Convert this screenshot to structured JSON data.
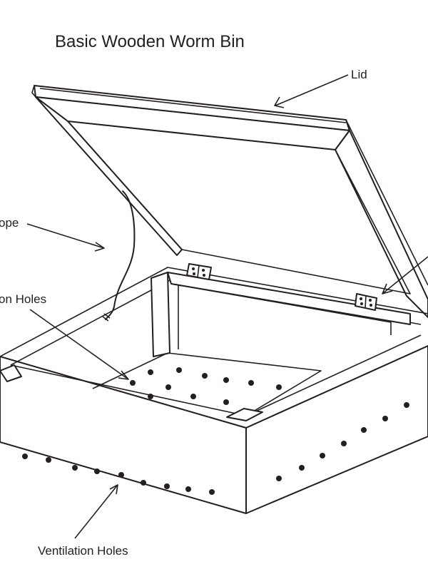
{
  "diagram": {
    "title": "Basic Wooden Worm Bin",
    "labels": {
      "lid": "Lid",
      "rope": "ope",
      "drainage_holes": "on Holes",
      "ventilation_holes": "Ventilation Holes"
    }
  }
}
